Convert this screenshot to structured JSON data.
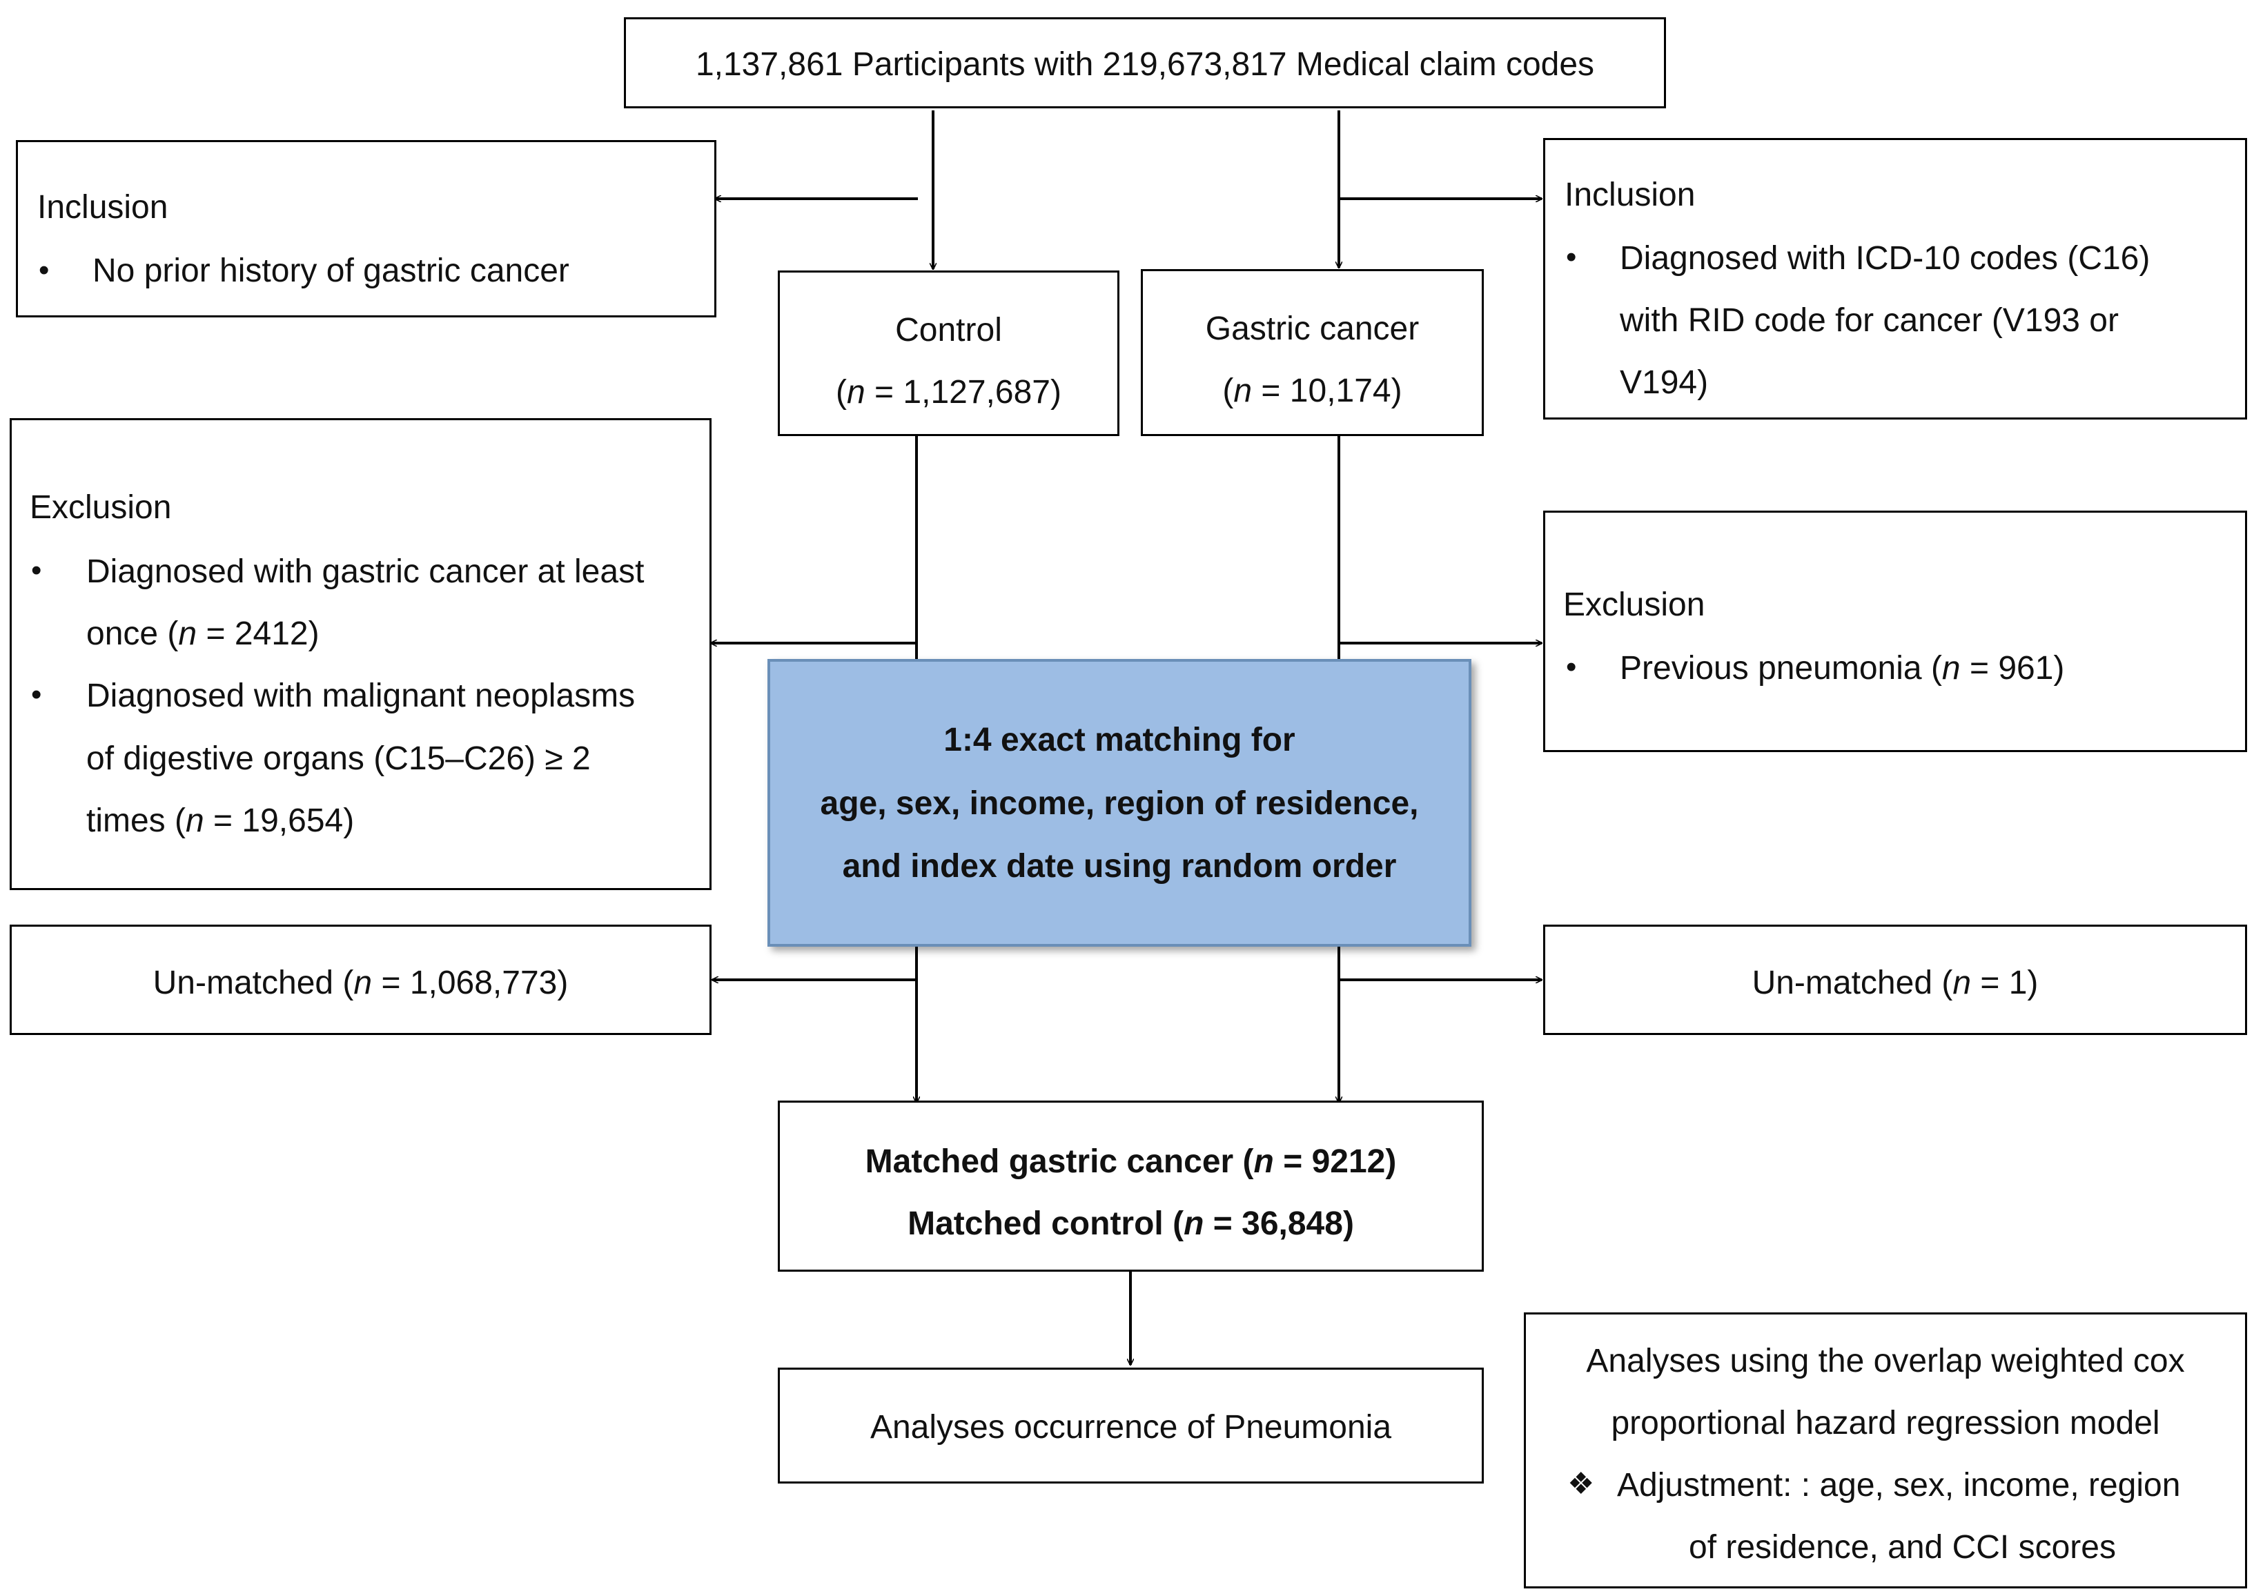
{
  "top": {
    "text": "1,137,861 Participants with  219,673,817 Medical claim codes"
  },
  "inclusion_left": {
    "title": "Inclusion",
    "item": "No prior history of gastric cancer"
  },
  "inclusion_right": {
    "title": "Inclusion",
    "line1": "Diagnosed with ICD-10 codes (C16)",
    "line2": "with RID code for cancer (V193 or",
    "line3": "V194)"
  },
  "control": {
    "label": "Control",
    "n_pre": "(",
    "n": "n",
    "n_post": " =  1,127,687)"
  },
  "gastric": {
    "label": "Gastric cancer",
    "n_pre": "(",
    "n": "n",
    "n_post": " = 10,174)"
  },
  "exclusion_left": {
    "title": "Exclusion",
    "item1_line1": "Diagnosed with gastric cancer at least",
    "item1_line2_pre": "once (",
    "item1_line2_n": "n",
    "item1_line2_post": " = 2412)",
    "item2_line1": "Diagnosed with malignant neoplasms",
    "item2_line2": "of digestive organs (C15–C26) ≥ 2",
    "item2_line3_pre": "times (",
    "item2_line3_n": "n",
    "item2_line3_post": " = 19,654)"
  },
  "exclusion_right": {
    "title": "Exclusion",
    "item_pre": "Previous pneumonia (",
    "item_n": "n",
    "item_post": " = 961)"
  },
  "matching": {
    "line1": "1:4 exact matching for",
    "line2": "age, sex, income, region of residence,",
    "line3": "and index date using random order",
    "fill_color": "#9dbde4"
  },
  "unmatched_left": {
    "pre": "Un-matched (",
    "n": "n",
    "post": " = 1,068,773)"
  },
  "unmatched_right": {
    "pre": "Un-matched (",
    "n": "n",
    "post": " = 1)"
  },
  "matched": {
    "line1_pre": "Matched gastric cancer (",
    "line1_n": "n",
    "line1_post": " = 9212)",
    "line2_pre": "Matched control (",
    "line2_n": "n",
    "line2_post": " = 36,848)"
  },
  "outcome": {
    "text": "Analyses occurrence of Pneumonia"
  },
  "analyses": {
    "line1": "Analyses using the overlap weighted cox",
    "line2": "proportional hazard regression model",
    "line3": "Adjustment: : age, sex, income, region",
    "line4": "of residence, and CCI scores"
  },
  "icons": {
    "bullet": "•",
    "diamond_bullet": "❖"
  }
}
